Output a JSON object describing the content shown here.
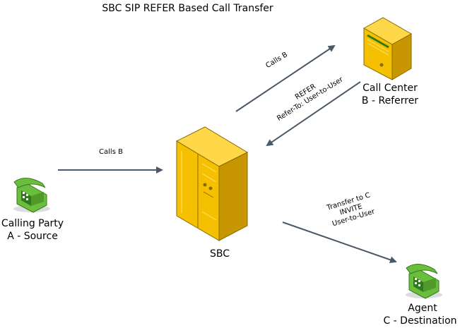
{
  "title": "SBC SIP REFER Based Call Transfer",
  "nodes": {
    "calling_party": {
      "line1": "Calling Party",
      "line2": "A - Source"
    },
    "sbc": {
      "label": "SBC"
    },
    "call_center": {
      "line1": "Call Center",
      "line2": "B - Referrer"
    },
    "agent": {
      "line1": "Agent",
      "line2": "C - Destination"
    }
  },
  "edges": {
    "a_to_sbc": "Calls B",
    "sbc_to_b": "Calls B",
    "b_to_sbc": {
      "line1": "REFER",
      "line2": "Refer-To: User-to-User"
    },
    "sbc_to_c": {
      "line1": "Transfer to C",
      "line2": "INVITE",
      "line3": "User-to-User"
    }
  },
  "colors": {
    "arrow": "#4a5868",
    "server_fill": "#f5c000",
    "server_light": "#ffd84a",
    "server_dark": "#c89600",
    "phone_fill": "#6bbd3c",
    "phone_dark": "#2f7a1c"
  }
}
